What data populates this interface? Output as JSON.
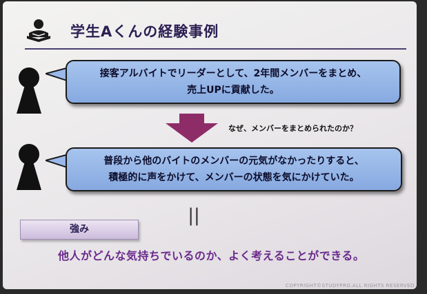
{
  "slide": {
    "title": "学生Aくんの経験事例",
    "icons": {
      "title": "reader-icon",
      "person": "person-silhouette-icon",
      "arrow": "down-arrow-icon"
    },
    "bubbles": [
      {
        "lines": [
          "接客アルバイトでリーダーとして、2年間メンバーをまとめ、",
          "売上UPに貢献した。"
        ]
      },
      {
        "lines": [
          "普段から他のバイトのメンバーの元気がなかったりすると、",
          "積極的に声をかけて、メンバーの状態を気にかけていた。"
        ]
      }
    ],
    "question": "なぜ、メンバーをまとめられたのか？",
    "strength_label": "強み",
    "equals": "||",
    "conclusion": "他人がどんな気持ちでいるのか、よく考えることができる。",
    "footer": "COPYRIGHT©STUDYPRO.ALL RIGHTS RESERVED",
    "colors": {
      "bubble_fill": "#93b4e8",
      "arrow": "#8e2c68",
      "conclusion": "#6a2a8c",
      "title": "#2b1f52",
      "strength_box": "#d9cde6"
    }
  }
}
